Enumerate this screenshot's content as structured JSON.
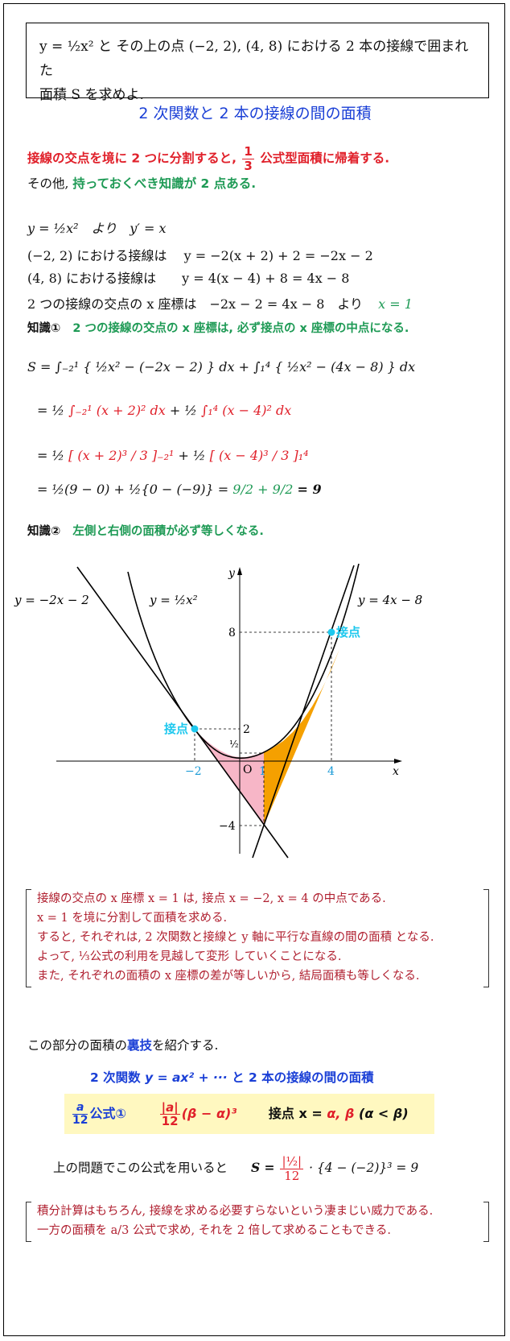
{
  "problem": {
    "line1": "y = ½x² と その上の点 (−2, 2), (4, 8) における 2 本の接線で囲まれた",
    "line2": "面積 S を求めよ."
  },
  "title": "2 次関数と 2 本の接線の間の面積",
  "intro": {
    "red_a": "接線の交点を境に 2 つに分割すると,",
    "red_frac_num": "1",
    "red_frac_den": "3",
    "red_b": "公式型面積に帰着する.",
    "black": "その他,",
    "green": "持っておくべき知識が 2 点ある."
  },
  "derivation": {
    "l1": "y = ½x²　より　y′ = x",
    "l2": "(−2, 2) における接線は　 y = −2(x + 2) + 2 = −2x − 2",
    "l3": "(4, 8) における接線は　　y = 4(x − 4) + 8 = 4x − 8",
    "l4": "2 つの接線の交点の x 座標は　−2x − 2 = 4x − 8　より",
    "l4_green": "x = 1"
  },
  "knowledge1": {
    "label": "知識①",
    "text": "2 つの接線の交点の x 座標は, 必ず接点の x 座標の中点になる."
  },
  "integral": {
    "r1": "S = ∫₋₂¹ { ½x² − (−2x − 2) } dx + ∫₁⁴ { ½x² − (4x − 8) } dx",
    "r2_a": "= ½",
    "r2_b": "∫₋₂¹ (x + 2)² dx",
    "r2_c": "+ ½",
    "r2_d": "∫₁⁴ (x − 4)² dx",
    "r3_a": "= ½",
    "r3_b": "[ (x + 2)³ / 3 ]₋₂¹",
    "r3_c": "+ ½",
    "r3_d": "[ (x − 4)³ / 3 ]₁⁴",
    "r4_a": "= ½(9 − 0) + ½{0 − (−9)} =",
    "r4_b": "9/2",
    "r4_c": "+",
    "r4_d": "9/2",
    "r4_e": "= 9"
  },
  "knowledge2": {
    "label": "知識②",
    "text": "左側と右側の面積が必ず等しくなる."
  },
  "graph": {
    "label_left_tangent": "y = −2x − 2",
    "label_parabola": "y = ½x²",
    "label_right_tangent": "y = 4x − 8",
    "y_axis": "y",
    "x_axis": "x",
    "origin": "O",
    "tick_8": "8",
    "tick_2": "2",
    "tick_half": "½",
    "tick_neg4": "−4",
    "tick_neg2": "−2",
    "tick_1": "1",
    "tick_4": "4",
    "tangent_point_left": "接点",
    "tangent_point_right": "接点",
    "color_left_region": "#f7b6c7",
    "color_right_region": "#f5a000",
    "color_points": "#1ec8ee"
  },
  "notes1": [
    "接線の交点の x 座標 x = 1 は, 接点 x = −2, x = 4 の中点である.",
    "x = 1 を境に分割して面積を求める.",
    "すると, それぞれは, 2 次関数と接線と y 軸に平行な直線の間の面積 となる.",
    "よって, ⅓公式の利用を見越して変形 していくことになる.",
    "また, それぞれの面積の x 座標の差が等しいから, 結局面積も等しくなる."
  ],
  "trick": {
    "intro_a": "この部分の面積の",
    "intro_b": "裏技",
    "intro_c": "を紹介する.",
    "heading_a": "2 次関数",
    "heading_b": "y = ax² + ···",
    "heading_c": "と 2 本の接線の間の面積",
    "formula_label_num": "a",
    "formula_label_den": "12",
    "formula_label": "公式①",
    "formula_main_num": "|a|",
    "formula_main_den": "12",
    "formula_main_tail": "(β − α)³",
    "formula_cond_a": "接点 x =",
    "formula_cond_b": "α, β",
    "formula_cond_c": "(α < β)",
    "apply_a": "上の問題でこの公式を用いると",
    "apply_b": "S =",
    "apply_num": "|½|",
    "apply_den": "12",
    "apply_c": "· {4 − (−2)}³ = 9"
  },
  "notes2": [
    "積分計算はもちろん, 接線を求める必要すらないという凄まじい威力である.",
    "一方の面積を a/3 公式で求め, それを 2 倍して求めることもできる."
  ]
}
